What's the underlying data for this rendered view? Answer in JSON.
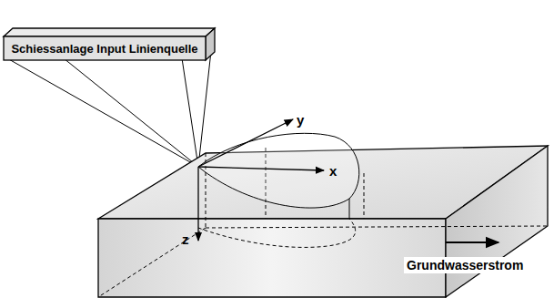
{
  "diagram": {
    "nodes": [
      {
        "text": [
          "Schiessanlage Input Linienquelle"
        ]
      }
    ],
    "labels": [
      "y",
      "x",
      "z",
      "Grundwasserstrom"
    ]
  }
}
